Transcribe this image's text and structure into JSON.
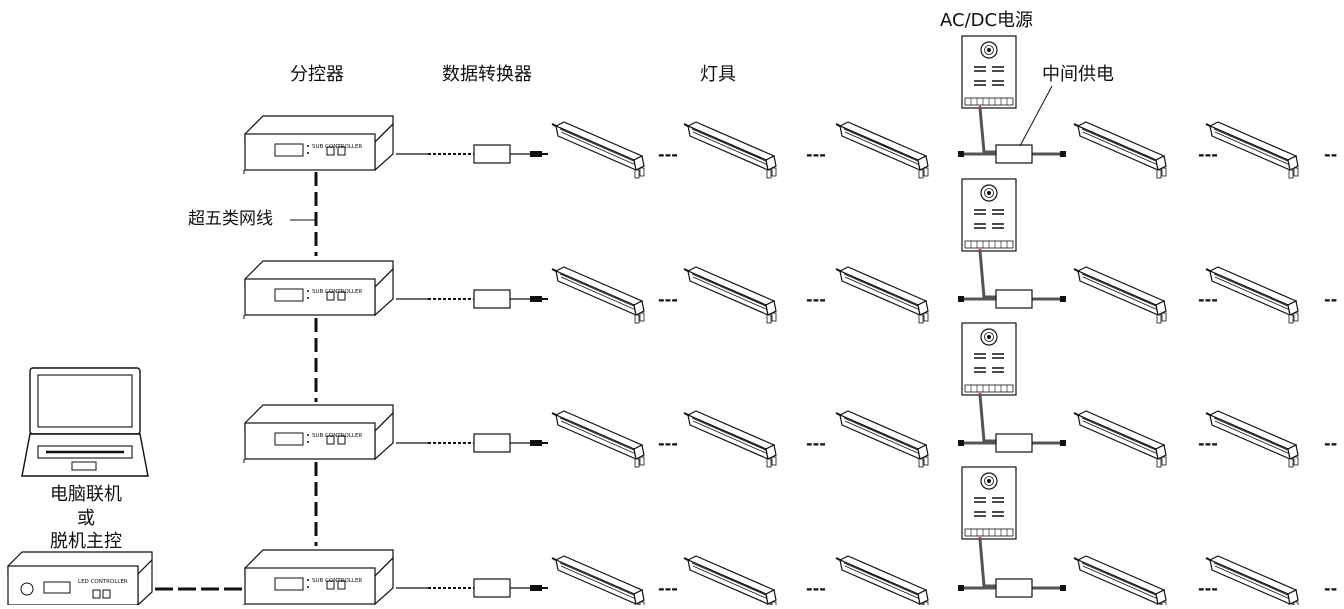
{
  "labels": {
    "sub_controller": "分控器",
    "data_converter": "数据转换器",
    "lamp": "灯具",
    "ac_dc_power": "AC/DC电源",
    "mid_power": "中间供电",
    "cat5_cable": "超五类网线",
    "pc_online": "电脑联机",
    "or": "或",
    "offline_master": "脱机主控"
  },
  "device_text": {
    "sub_controller_panel": "SUB CONTROLLER",
    "led_controller_panel": "LED CONTROLLER"
  },
  "gap_marker": "---",
  "colors": {
    "line": "#111111",
    "power_cable": "#555555",
    "accent_red": "#c0392b"
  }
}
